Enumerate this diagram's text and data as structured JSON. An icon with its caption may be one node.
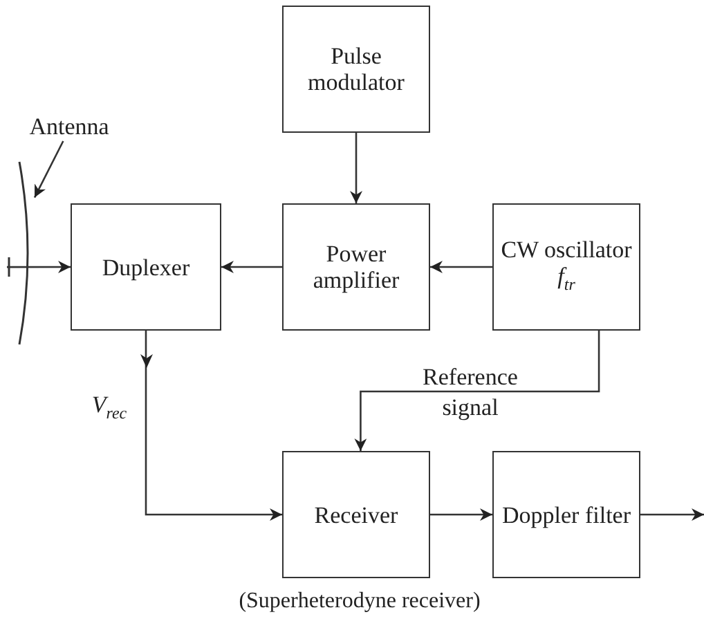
{
  "diagram": {
    "caption": "(Superheterodyne receiver)",
    "nodes": [
      {
        "text": [
          "Pulse modulator"
        ]
      },
      {
        "text": [
          "Antenna"
        ]
      },
      {
        "text": [],
        "shape": "picture"
      },
      {
        "text": [
          "Duplexer"
        ]
      },
      {
        "text": [
          "Power amplifier"
        ]
      },
      {
        "text": [
          "CW oscillator",
          "*f*$_{tr}$"
        ]
      },
      {
        "text": [
          "Receiver"
        ]
      },
      {
        "text": [
          "Doppler filter"
        ]
      }
    ],
    "edges": [
      {
        "from": 0,
        "to": 4,
        "arrow": "to"
      },
      {
        "from": 1,
        "to": 2,
        "arrow": "to"
      },
      {
        "from": 2,
        "to": 3,
        "arrow": "to"
      },
      {
        "from": 4,
        "to": 3,
        "arrow": "to"
      },
      {
        "from": 5,
        "to": 4,
        "arrow": "to"
      },
      {
        "from": 3,
        "to": 6,
        "arrow": "to",
        "label": "*V*$_{rec}$"
      },
      {
        "from": 5,
        "to": 6,
        "arrow": "to",
        "label": "Reference signal"
      },
      {
        "from": 6,
        "to": 7,
        "arrow": "to"
      },
      {
        "from": 7,
        "to": null,
        "arrow": "to"
      }
    ]
  }
}
